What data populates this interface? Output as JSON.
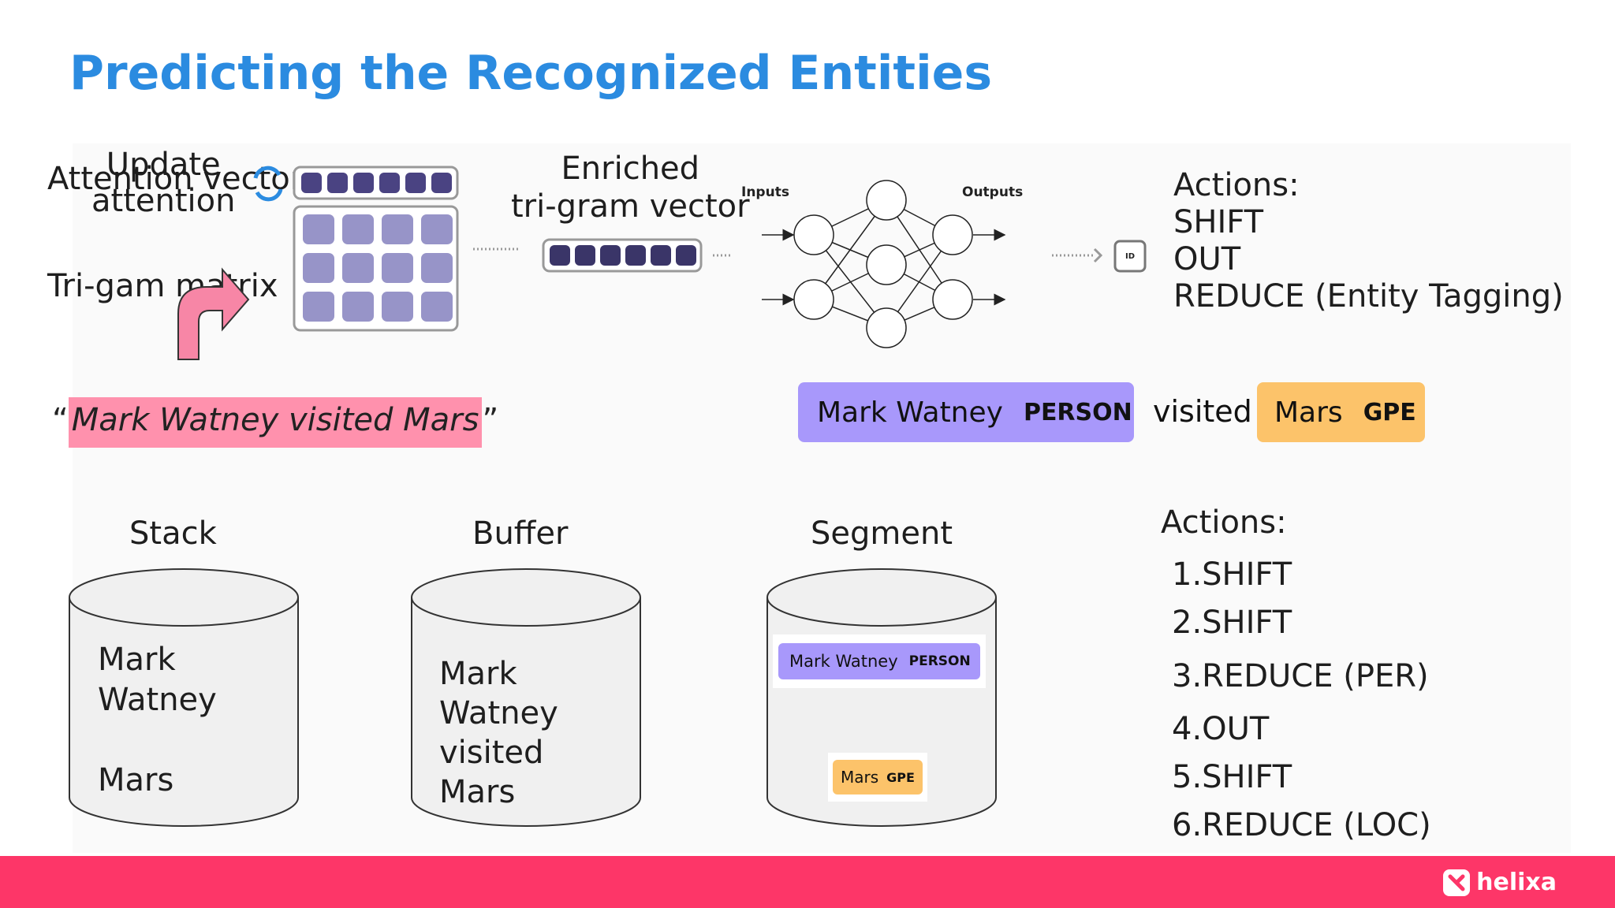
{
  "title": "Predicting the Recognized Entities",
  "top": {
    "attention_vector_label": "Attention vector",
    "update_attention_label": "Update\nattention",
    "trigram_matrix_label": "Tri-gam matrix",
    "enriched_label": "Enriched\ntri-gram vector",
    "nn_inputs_label": "Inputs",
    "nn_outputs_label": "Outputs",
    "output_box_label": "ID",
    "actions_title": "Actions:",
    "actions": [
      "SHIFT",
      "OUT",
      "REDUCE (Entity Tagging)"
    ]
  },
  "sentence": {
    "open_quote": "“",
    "text": "Mark Watney visited Mars",
    "close_quote": "”"
  },
  "tagged_result": {
    "entity1": "Mark Watney",
    "tag1": "PERSON",
    "middle": "visited",
    "entity2": "Mars",
    "tag2": "GPE"
  },
  "stores": {
    "stack_label": "Stack",
    "stack_lines": [
      "Mark",
      "Watney",
      "",
      "Mars"
    ],
    "buffer_label": "Buffer",
    "buffer_lines": [
      "Mark",
      "Watney",
      "visited",
      "Mars"
    ],
    "segment_label": "Segment",
    "segment_chip1_entity": "Mark Watney",
    "segment_chip1_tag": "PERSON",
    "segment_chip2_entity": "Mars",
    "segment_chip2_tag": "GPE"
  },
  "bottom_actions": {
    "title": "Actions:",
    "items": [
      "1.SHIFT",
      "2.SHIFT",
      "3.REDUCE (PER)",
      "4.OUT",
      "5.SHIFT",
      "6.REDUCE (LOC)"
    ]
  },
  "footer": {
    "brand": "helixa"
  },
  "colors": {
    "title": "#2b8be0",
    "footer": "#fd3668",
    "person": "#a898fb",
    "gpe": "#fcc36a",
    "highlight": "#ff91ad",
    "vector_cell": "#4a4382",
    "matrix_cell": "#9794c8"
  }
}
